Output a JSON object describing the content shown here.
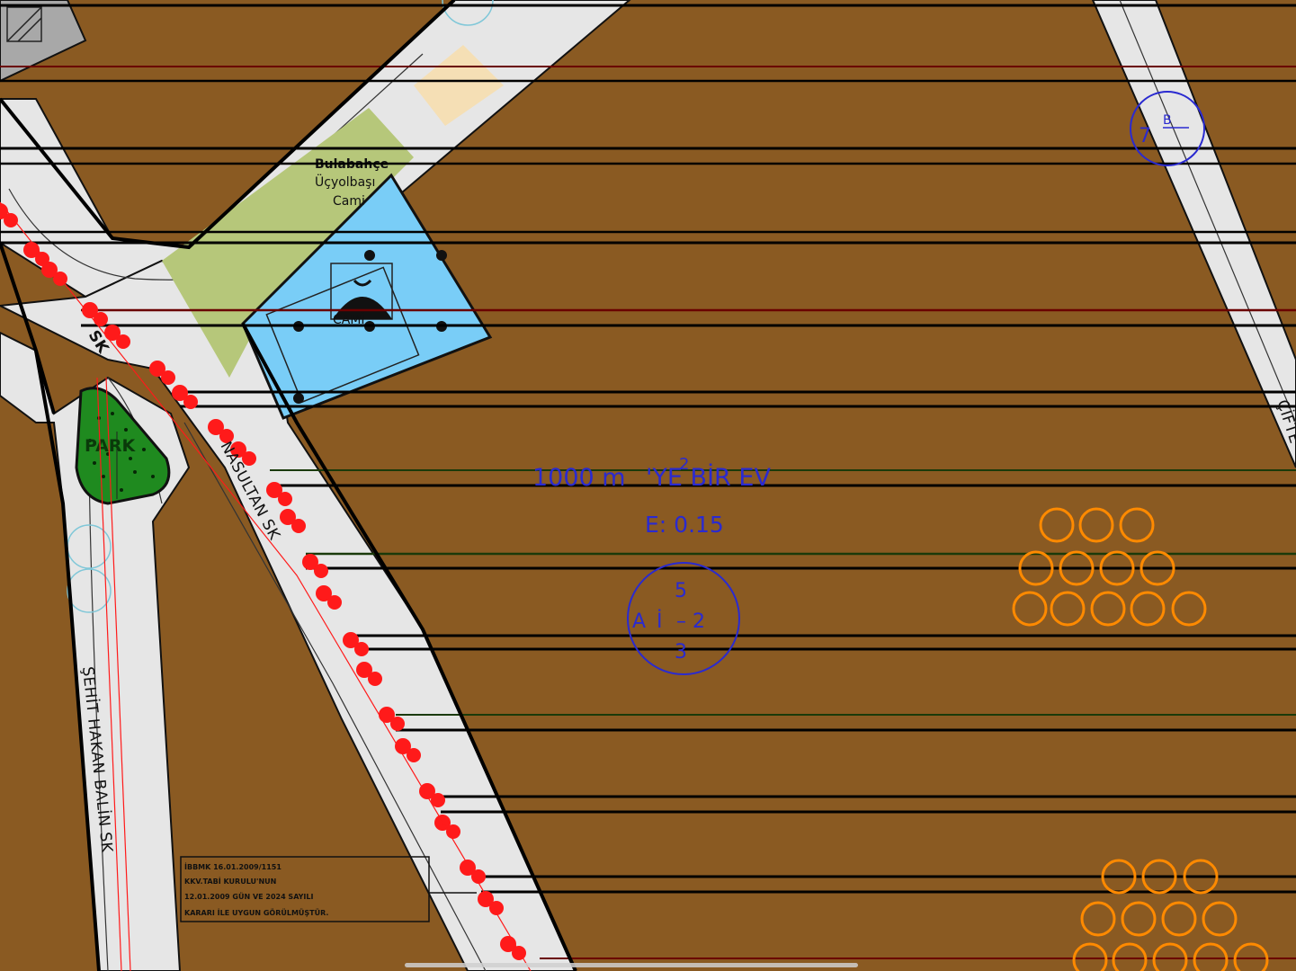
{
  "zone": {
    "density_label": "1000 m",
    "density_superscript": "2",
    "density_suffix": "'YE BİR EV",
    "emsal": "E: 0.15"
  },
  "zone_code": {
    "letter": "A",
    "mid": "İ",
    "top": "5",
    "right": "– 2",
    "bottom": "3"
  },
  "corner_code": {
    "left": "7",
    "right": "B"
  },
  "streets": {
    "sultan": "NASULTAN SK",
    "hakan": "ŞEHİT HAKAN BALİN SK",
    "cifte": "ÇİFTE",
    "corner": "SK"
  },
  "park_label": "PARK",
  "poi": {
    "line1": "Bulabahçe",
    "line2": "Üçyolbaşı",
    "line3": "Cami",
    "mosque_label": "CAMİ"
  },
  "notice": {
    "line1": "İBBMK 16.01.2009/1151",
    "line2": "KKV.TABİ KURULU'NUN",
    "line3": "12.01.2009 GÜN VE 2024 SAYILI",
    "line4": "KARARI İLE UYGUN GÖRÜLMÜŞTÜR."
  },
  "colors": {
    "agricultural": "#8a5a22",
    "road": "#e6e6e6",
    "mosque_area": "#79cdf7",
    "green_area": "#b6c77a",
    "park": "#1f8a1f",
    "zone_text": "#2a2ad0",
    "tree_circles": "#ff8a00",
    "red_line": "#ff1a1a"
  }
}
